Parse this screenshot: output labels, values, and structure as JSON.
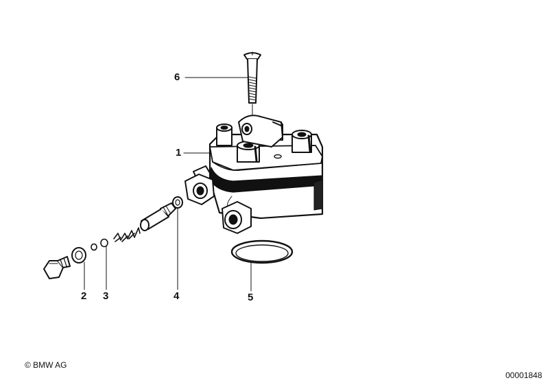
{
  "callouts": {
    "c1": "1",
    "c2": "2",
    "c3": "3",
    "c4": "4",
    "c5": "5",
    "c6": "6"
  },
  "footer": {
    "copyright": "© BMW AG",
    "drawing_number": "00001848"
  },
  "colors": {
    "ink": "#111111",
    "paper": "#ffffff"
  }
}
